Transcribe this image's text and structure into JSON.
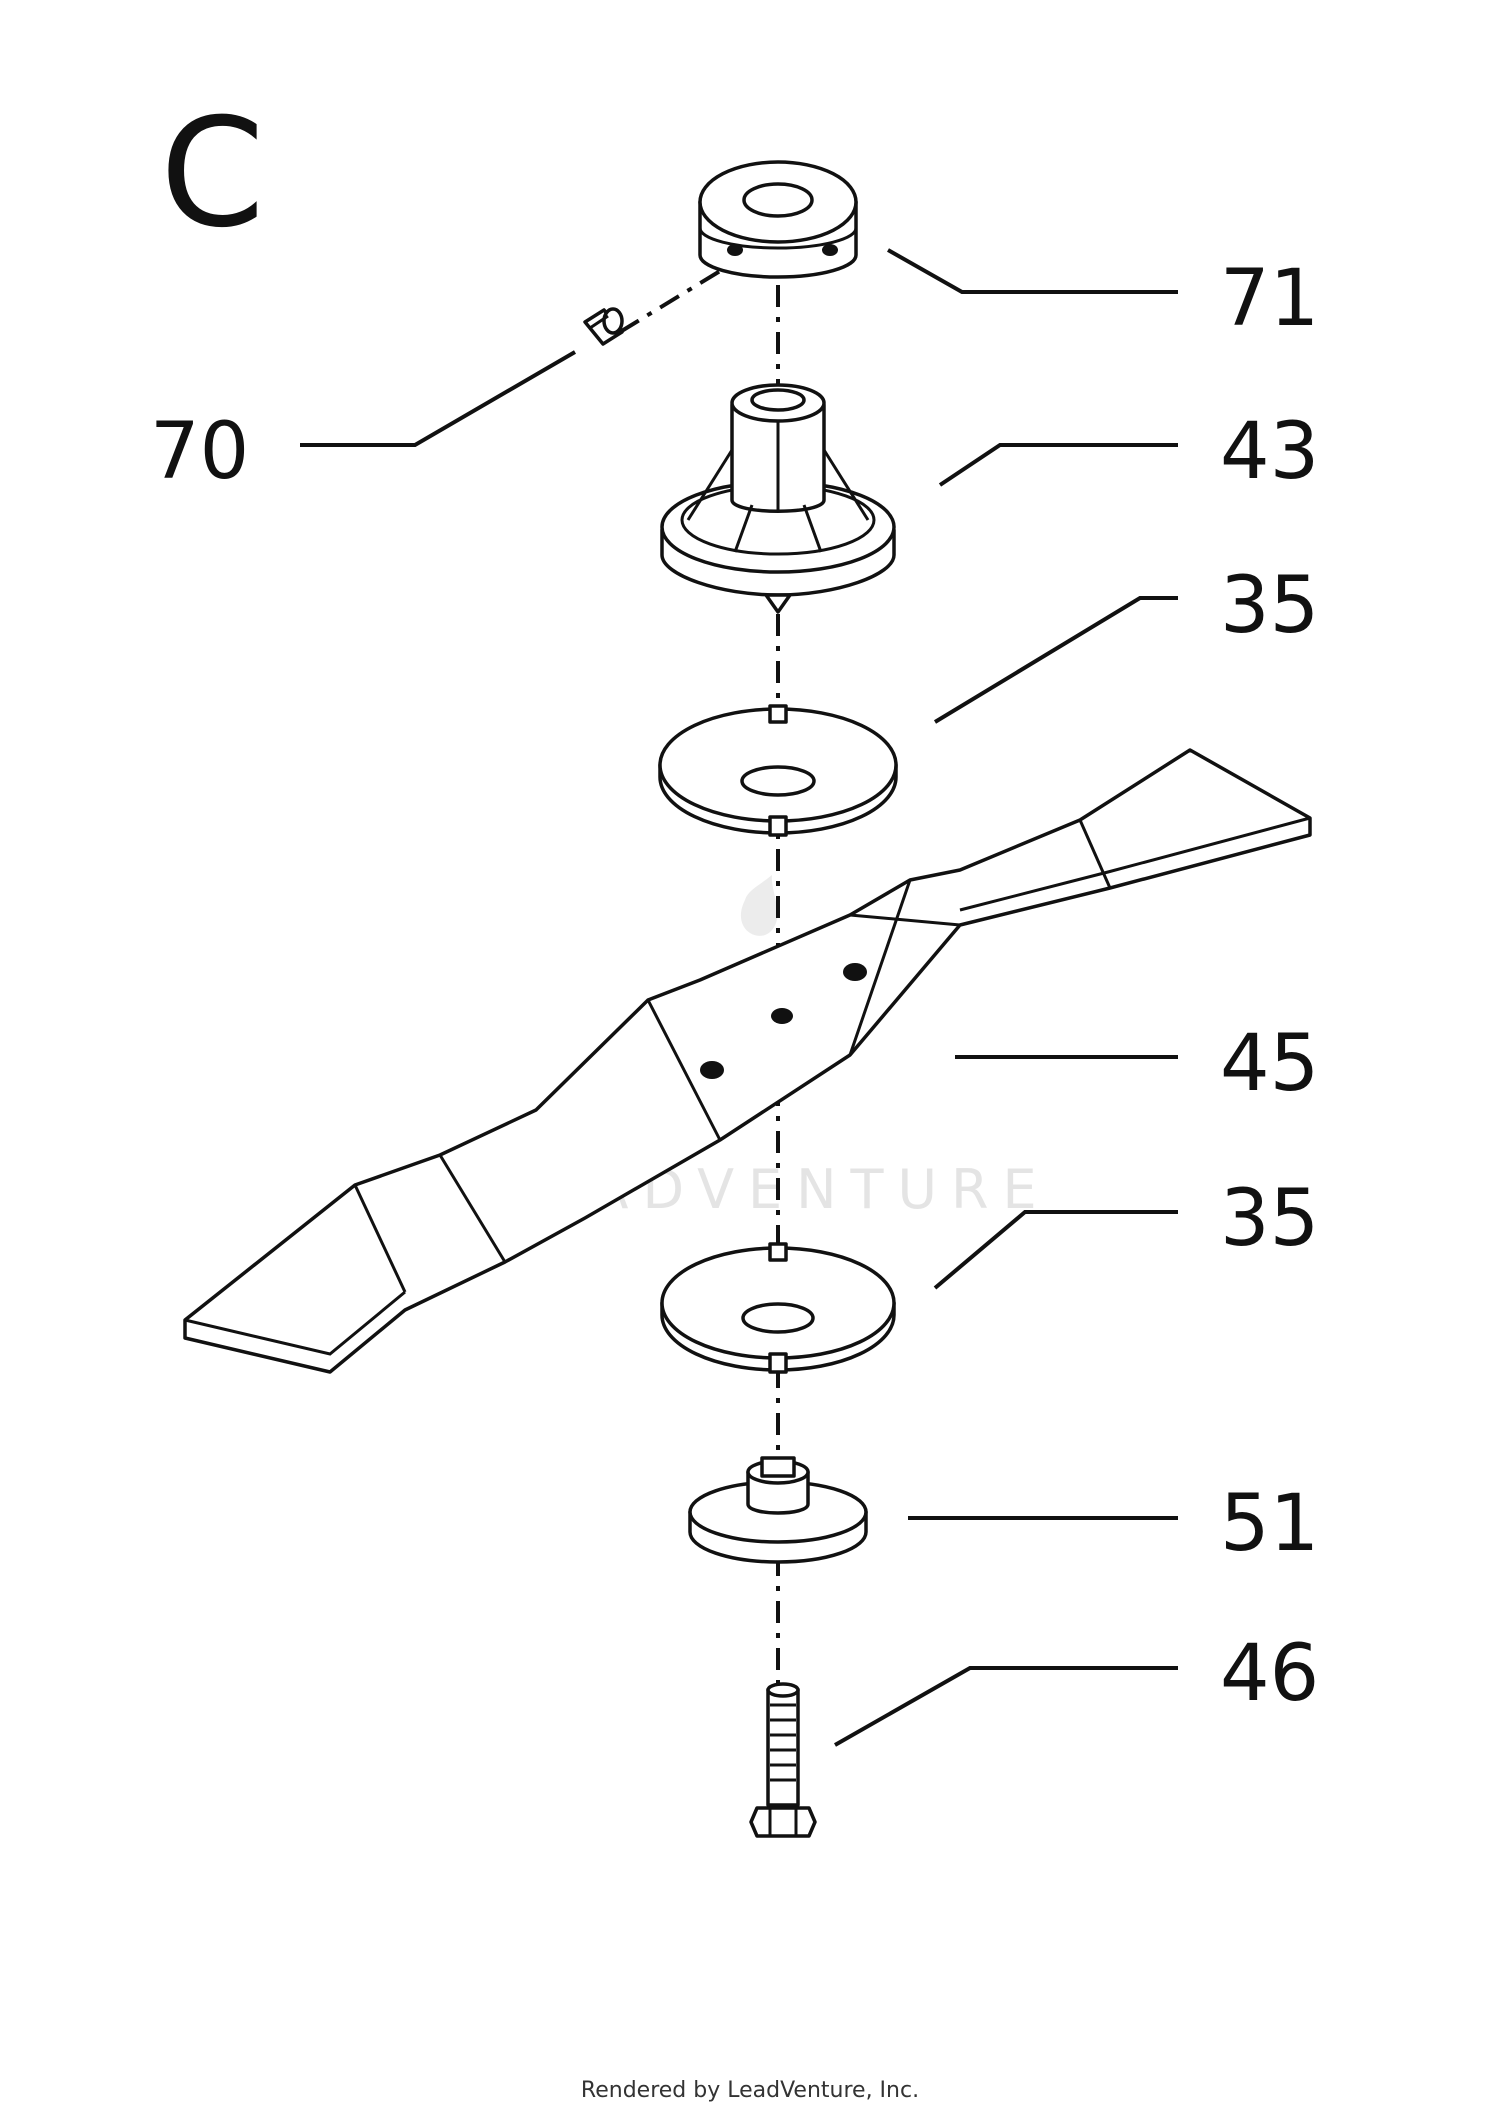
{
  "section_label": "C",
  "watermark": "LEADVENTURE",
  "credit": "Rendered by LeadVenture, Inc.",
  "callouts": {
    "p71": "71",
    "p70": "70",
    "p43": "43",
    "p35_upper": "35",
    "p45": "45",
    "p35_lower": "35",
    "p51": "51",
    "p46": "46"
  }
}
